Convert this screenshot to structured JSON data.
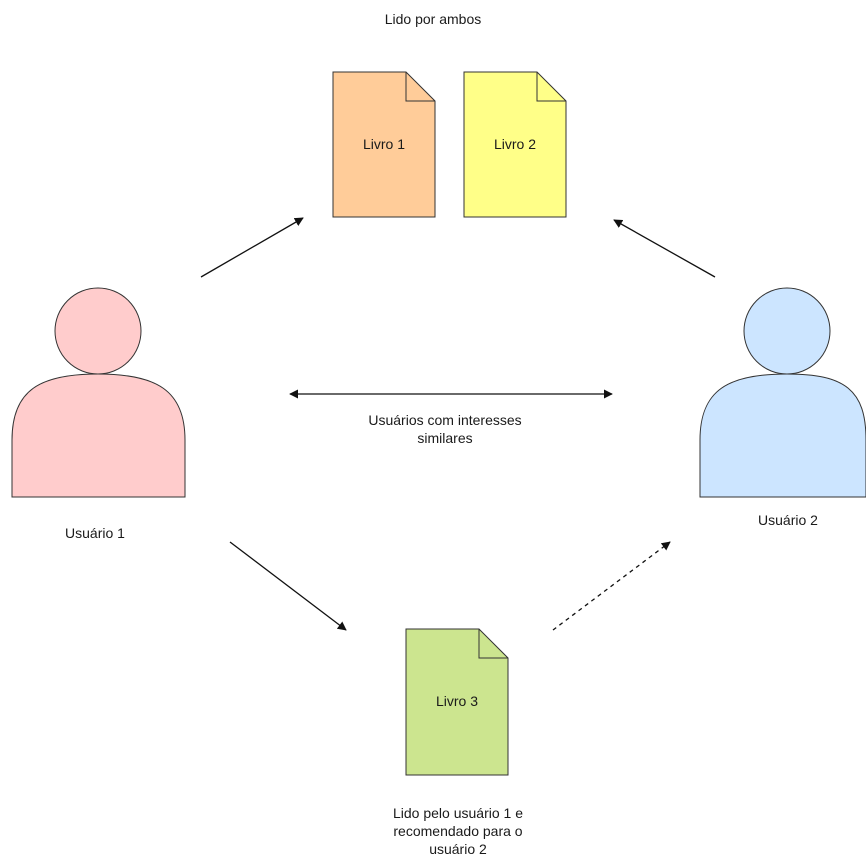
{
  "labels": {
    "top_caption": "Lido por ambos",
    "user1": "Usuário 1",
    "user2": "Usuário 2",
    "middle_caption_line1": "Usuários com interesses",
    "middle_caption_line2": "similares",
    "bottom_caption_line1": "Lido pelo usuário 1 e",
    "bottom_caption_line2": "recomendado para o",
    "bottom_caption_line3": "usuário 2"
  },
  "books": [
    {
      "label": "Livro 1",
      "color": "#ffcc99"
    },
    {
      "label": "Livro 2",
      "color": "#ffff88"
    },
    {
      "label": "Livro 3",
      "color": "#cce58f"
    }
  ],
  "users": [
    {
      "color": "#ffcccc"
    },
    {
      "color": "#cce5ff"
    }
  ],
  "edges": [
    {
      "from": "Usuário 1",
      "to": "Livro 1/Livro 2",
      "style": "solid"
    },
    {
      "from": "Usuário 2",
      "to": "Livro 1/Livro 2",
      "style": "solid"
    },
    {
      "from": "Usuário 1",
      "to": "Usuário 2",
      "style": "solid-bidirectional"
    },
    {
      "from": "Usuário 1",
      "to": "Livro 3",
      "style": "solid"
    },
    {
      "from": "Livro 3",
      "to": "Usuário 2",
      "style": "dashed"
    }
  ],
  "colors": {
    "stroke": "#333333",
    "arrow": "#111111"
  }
}
